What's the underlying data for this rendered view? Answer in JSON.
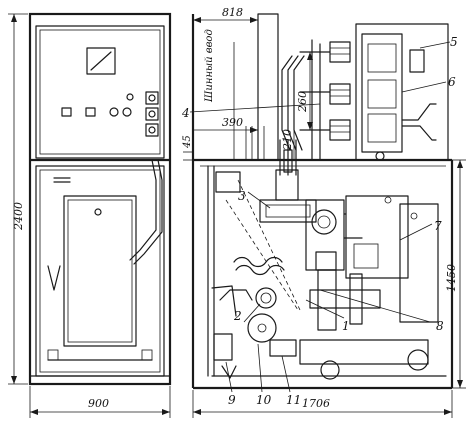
{
  "dimensions": {
    "panel_height": "2400",
    "panel_width": "900",
    "depth_total": "1706",
    "top_offset": "818",
    "busbar_spacing": "260",
    "label_390": "390",
    "label_210": "210",
    "label_45": "45",
    "lower_height": "1450"
  },
  "busbar_entry_label": "Шинный ввод",
  "callouts": [
    "1",
    "2",
    "3",
    "4",
    "5",
    "6",
    "7",
    "8",
    "9",
    "10",
    "11"
  ]
}
